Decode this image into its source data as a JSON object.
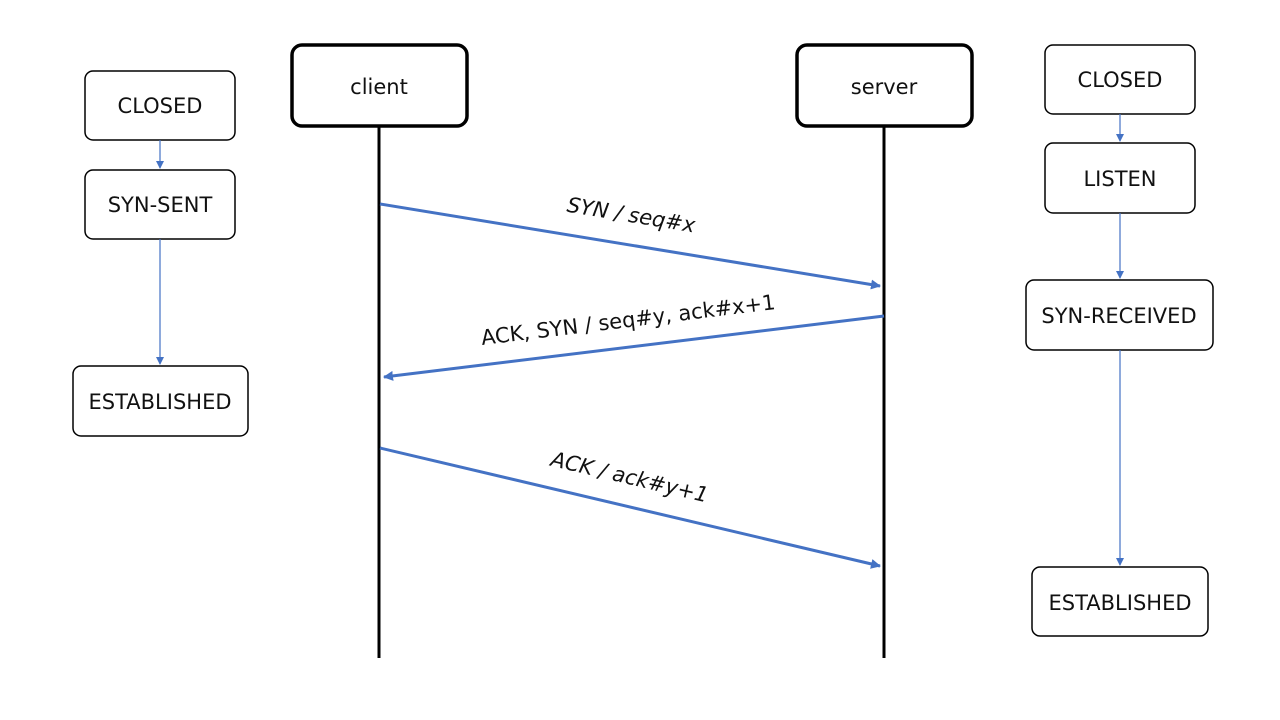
{
  "actors": {
    "client": "client",
    "server": "server"
  },
  "client_states": {
    "closed": "CLOSED",
    "syn_sent": "SYN-SENT",
    "established": "ESTABLISHED"
  },
  "server_states": {
    "closed": "CLOSED",
    "listen": "LISTEN",
    "syn_received": "SYN-RECEIVED",
    "established": "ESTABLISHED"
  },
  "messages": {
    "syn": "SYN / seq#x",
    "ack_syn": "ACK, SYN / seq#y, ack#x+1",
    "ack": "ACK / ack#y+1"
  },
  "colors": {
    "message_arrow": "#4472C4",
    "state_arrow": "#4472C4",
    "lifeline": "#000000"
  }
}
